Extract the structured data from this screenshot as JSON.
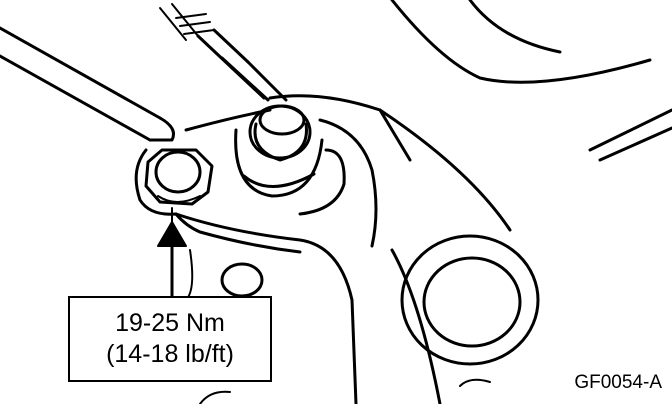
{
  "callout": {
    "metric_torque": "19-25 Nm",
    "imperial_torque": "(14-18 lb/ft)"
  },
  "figure": {
    "id": "GF0054-A"
  },
  "colors": {
    "ink": "#000000",
    "paper": "#ffffff"
  },
  "icons": {
    "pointer": "arrow-up-icon",
    "fastener": "bolt-icon"
  }
}
